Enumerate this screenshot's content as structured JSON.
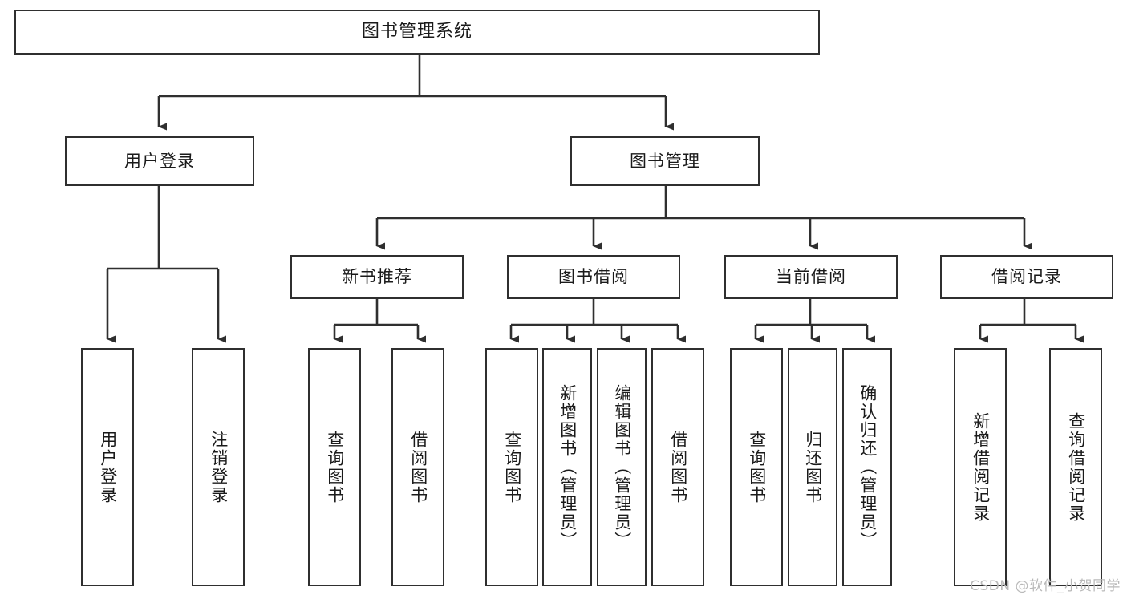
{
  "diagram": {
    "title": "图书管理系统",
    "type": "tree",
    "watermark": "CSDN @软件_小贺同学",
    "stroke_color": "#2f2f2f",
    "background_color": "#ffffff",
    "text_color": "#1a1a1a"
  },
  "nodes": {
    "root": {
      "label": "图书管理系统"
    },
    "level2": [
      {
        "id": "user_login",
        "label": "用户登录"
      },
      {
        "id": "book_manage",
        "label": "图书管理"
      }
    ],
    "level3": [
      {
        "id": "new_book_rec",
        "label": "新书推荐"
      },
      {
        "id": "book_borrow",
        "label": "图书借阅"
      },
      {
        "id": "current_borrow",
        "label": "当前借阅"
      },
      {
        "id": "borrow_record",
        "label": "借阅记录"
      }
    ],
    "leaves": {
      "user_login": [
        {
          "id": "leaf_user_login",
          "label": "用户登录"
        },
        {
          "id": "leaf_logout",
          "label": "注销登录"
        }
      ],
      "new_book_rec": [
        {
          "id": "leaf_query_book_1",
          "label": "查询图书"
        },
        {
          "id": "leaf_borrow_book_1",
          "label": "借阅图书"
        }
      ],
      "book_borrow": [
        {
          "id": "leaf_query_book_2",
          "label": "查询图书"
        },
        {
          "id": "leaf_add_book",
          "label": "新增图书（管理员）"
        },
        {
          "id": "leaf_edit_book",
          "label": "编辑图书（管理员）"
        },
        {
          "id": "leaf_borrow_book_2",
          "label": "借阅图书"
        }
      ],
      "current_borrow": [
        {
          "id": "leaf_query_book_3",
          "label": "查询图书"
        },
        {
          "id": "leaf_return_book",
          "label": "归还图书"
        },
        {
          "id": "leaf_confirm_return",
          "label": "确认归还（管理员）"
        }
      ],
      "borrow_record": [
        {
          "id": "leaf_add_record",
          "label": "新增借阅记录"
        },
        {
          "id": "leaf_query_record",
          "label": "查询借阅记录"
        }
      ]
    }
  }
}
